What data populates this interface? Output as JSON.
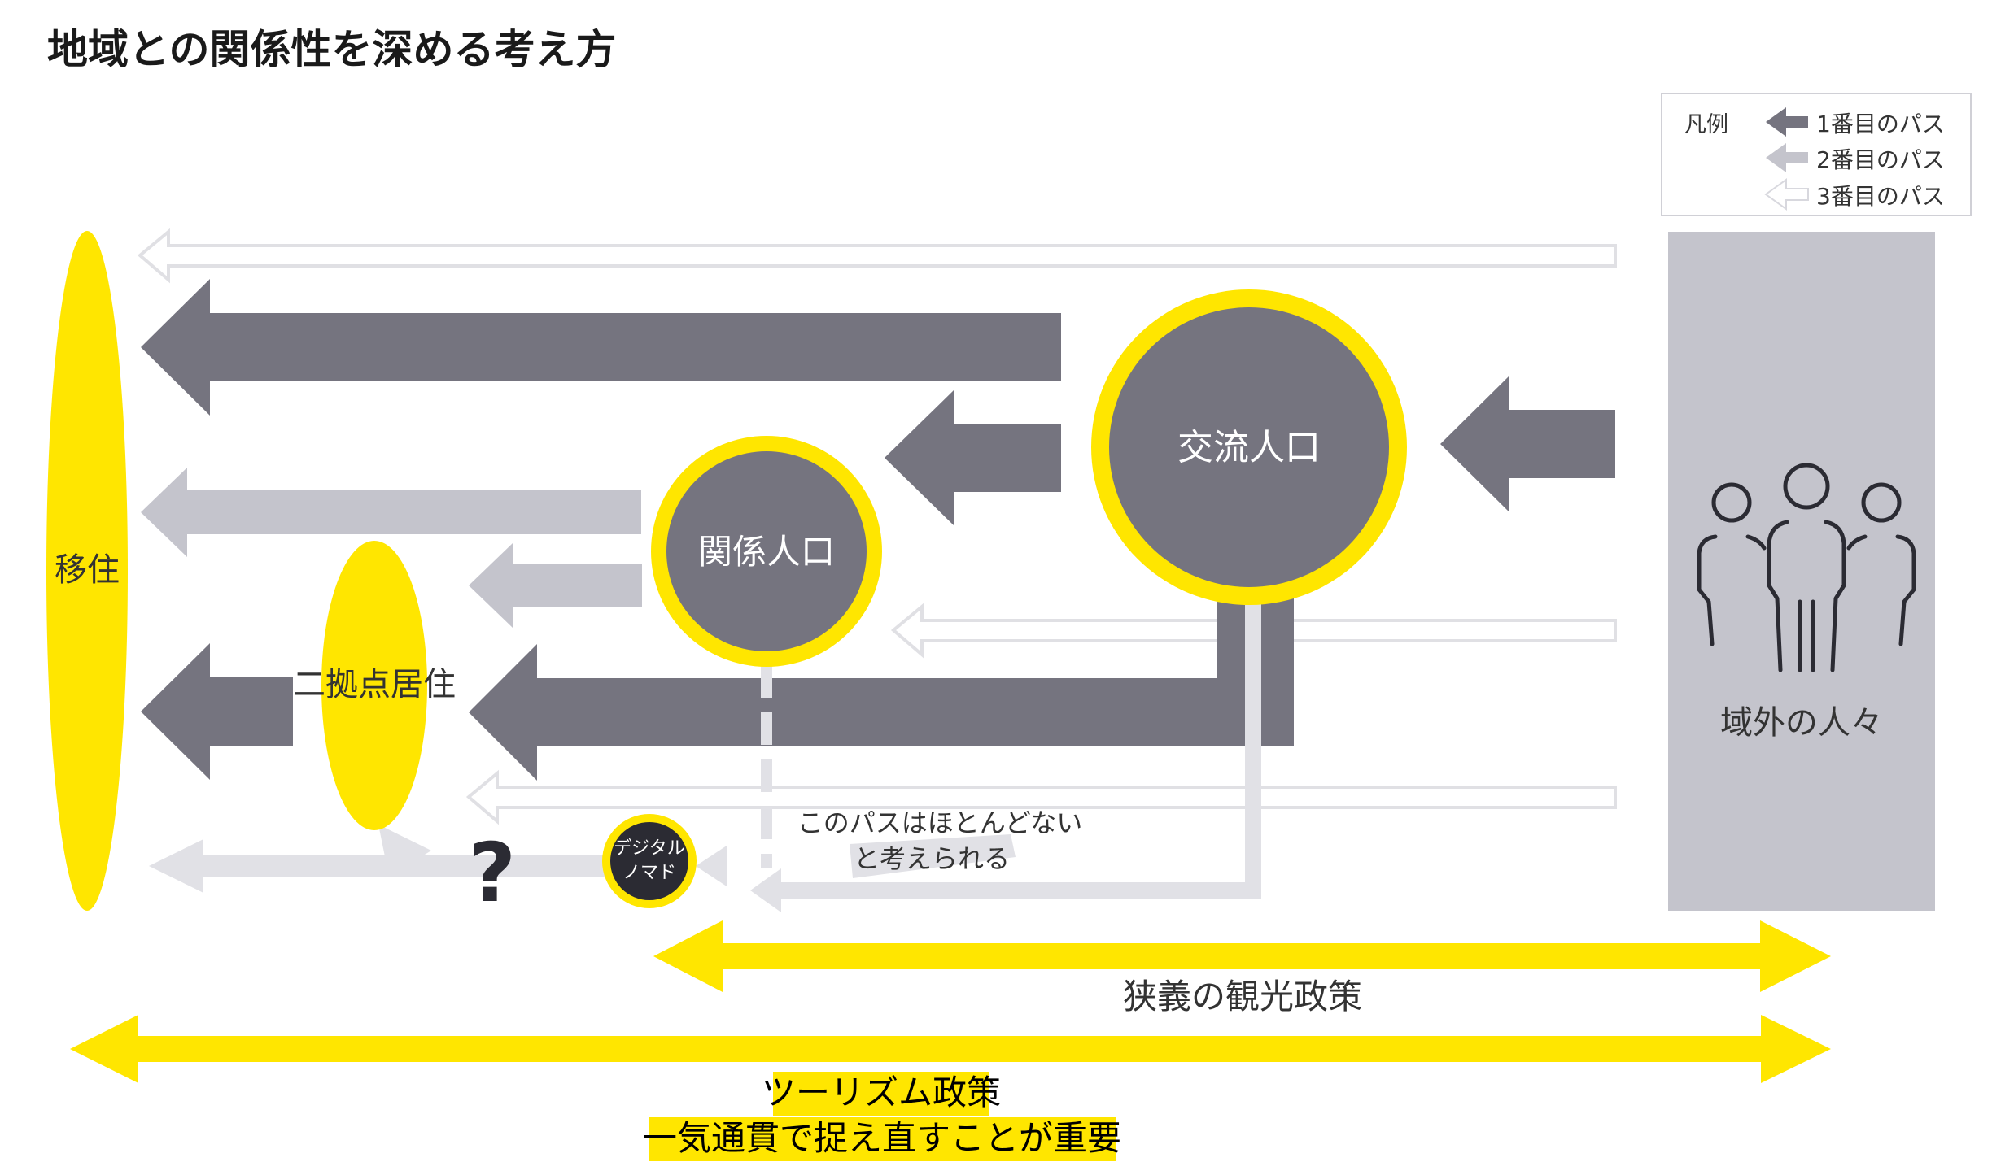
{
  "title": "地域との関係性を深める考え方",
  "legend": {
    "heading": "凡例",
    "items": [
      {
        "label": "1番目のパス",
        "color": "#75747f"
      },
      {
        "label": "2番目のパス",
        "color": "#c4c4cc"
      },
      {
        "label": "3番目のパス",
        "color": "#ffffff"
      }
    ]
  },
  "nodes": {
    "migration": "移住",
    "dual_residence": "二拠点居住",
    "related_population": "関係人口",
    "exchange_population": "交流人口",
    "digital_nomad_line1": "デジタル",
    "digital_nomad_line2": "ノマド",
    "outside_people": "域外の人々",
    "question_mark": "?"
  },
  "annotations": {
    "no_path_line1": "このパスはほとんどない",
    "no_path_line2": "と考えられる"
  },
  "scopes": {
    "narrow_tourism": "狭義の観光政策",
    "tourism_policy_line1": "ツーリズム政策",
    "tourism_policy_line2": "一気通貫で捉え直すことが重要"
  },
  "colors": {
    "yellow": "#ffe600",
    "dark_gray": "#75747f",
    "mid_gray": "#c4c4cc",
    "light_gray": "#e1e1e6",
    "outline_gray": "#e0e0e4",
    "ink": "#2b2b33"
  }
}
